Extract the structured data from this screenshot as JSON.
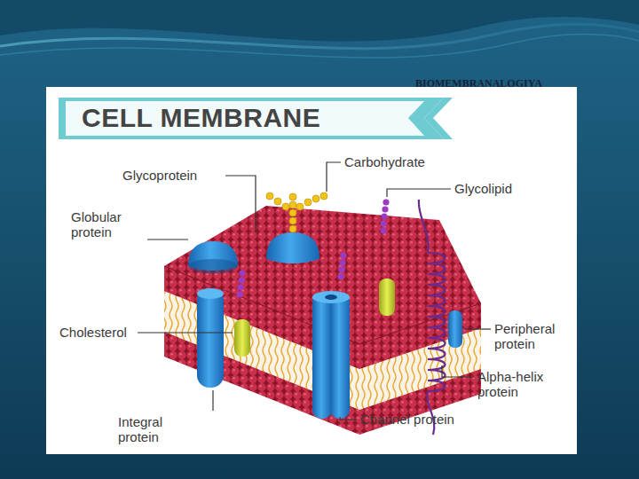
{
  "diagram": {
    "title": "CELL MEMBRANE",
    "labels": [
      "BIOMEMBRANALOGIYA",
      "Glycoprotein",
      "Carbohydrate",
      "Glycolipid",
      "Globular protein",
      "Cholesterol",
      "Peripheral protein",
      "Alpha-helix protein",
      "Integral protein",
      "Channel protein"
    ]
  }
}
